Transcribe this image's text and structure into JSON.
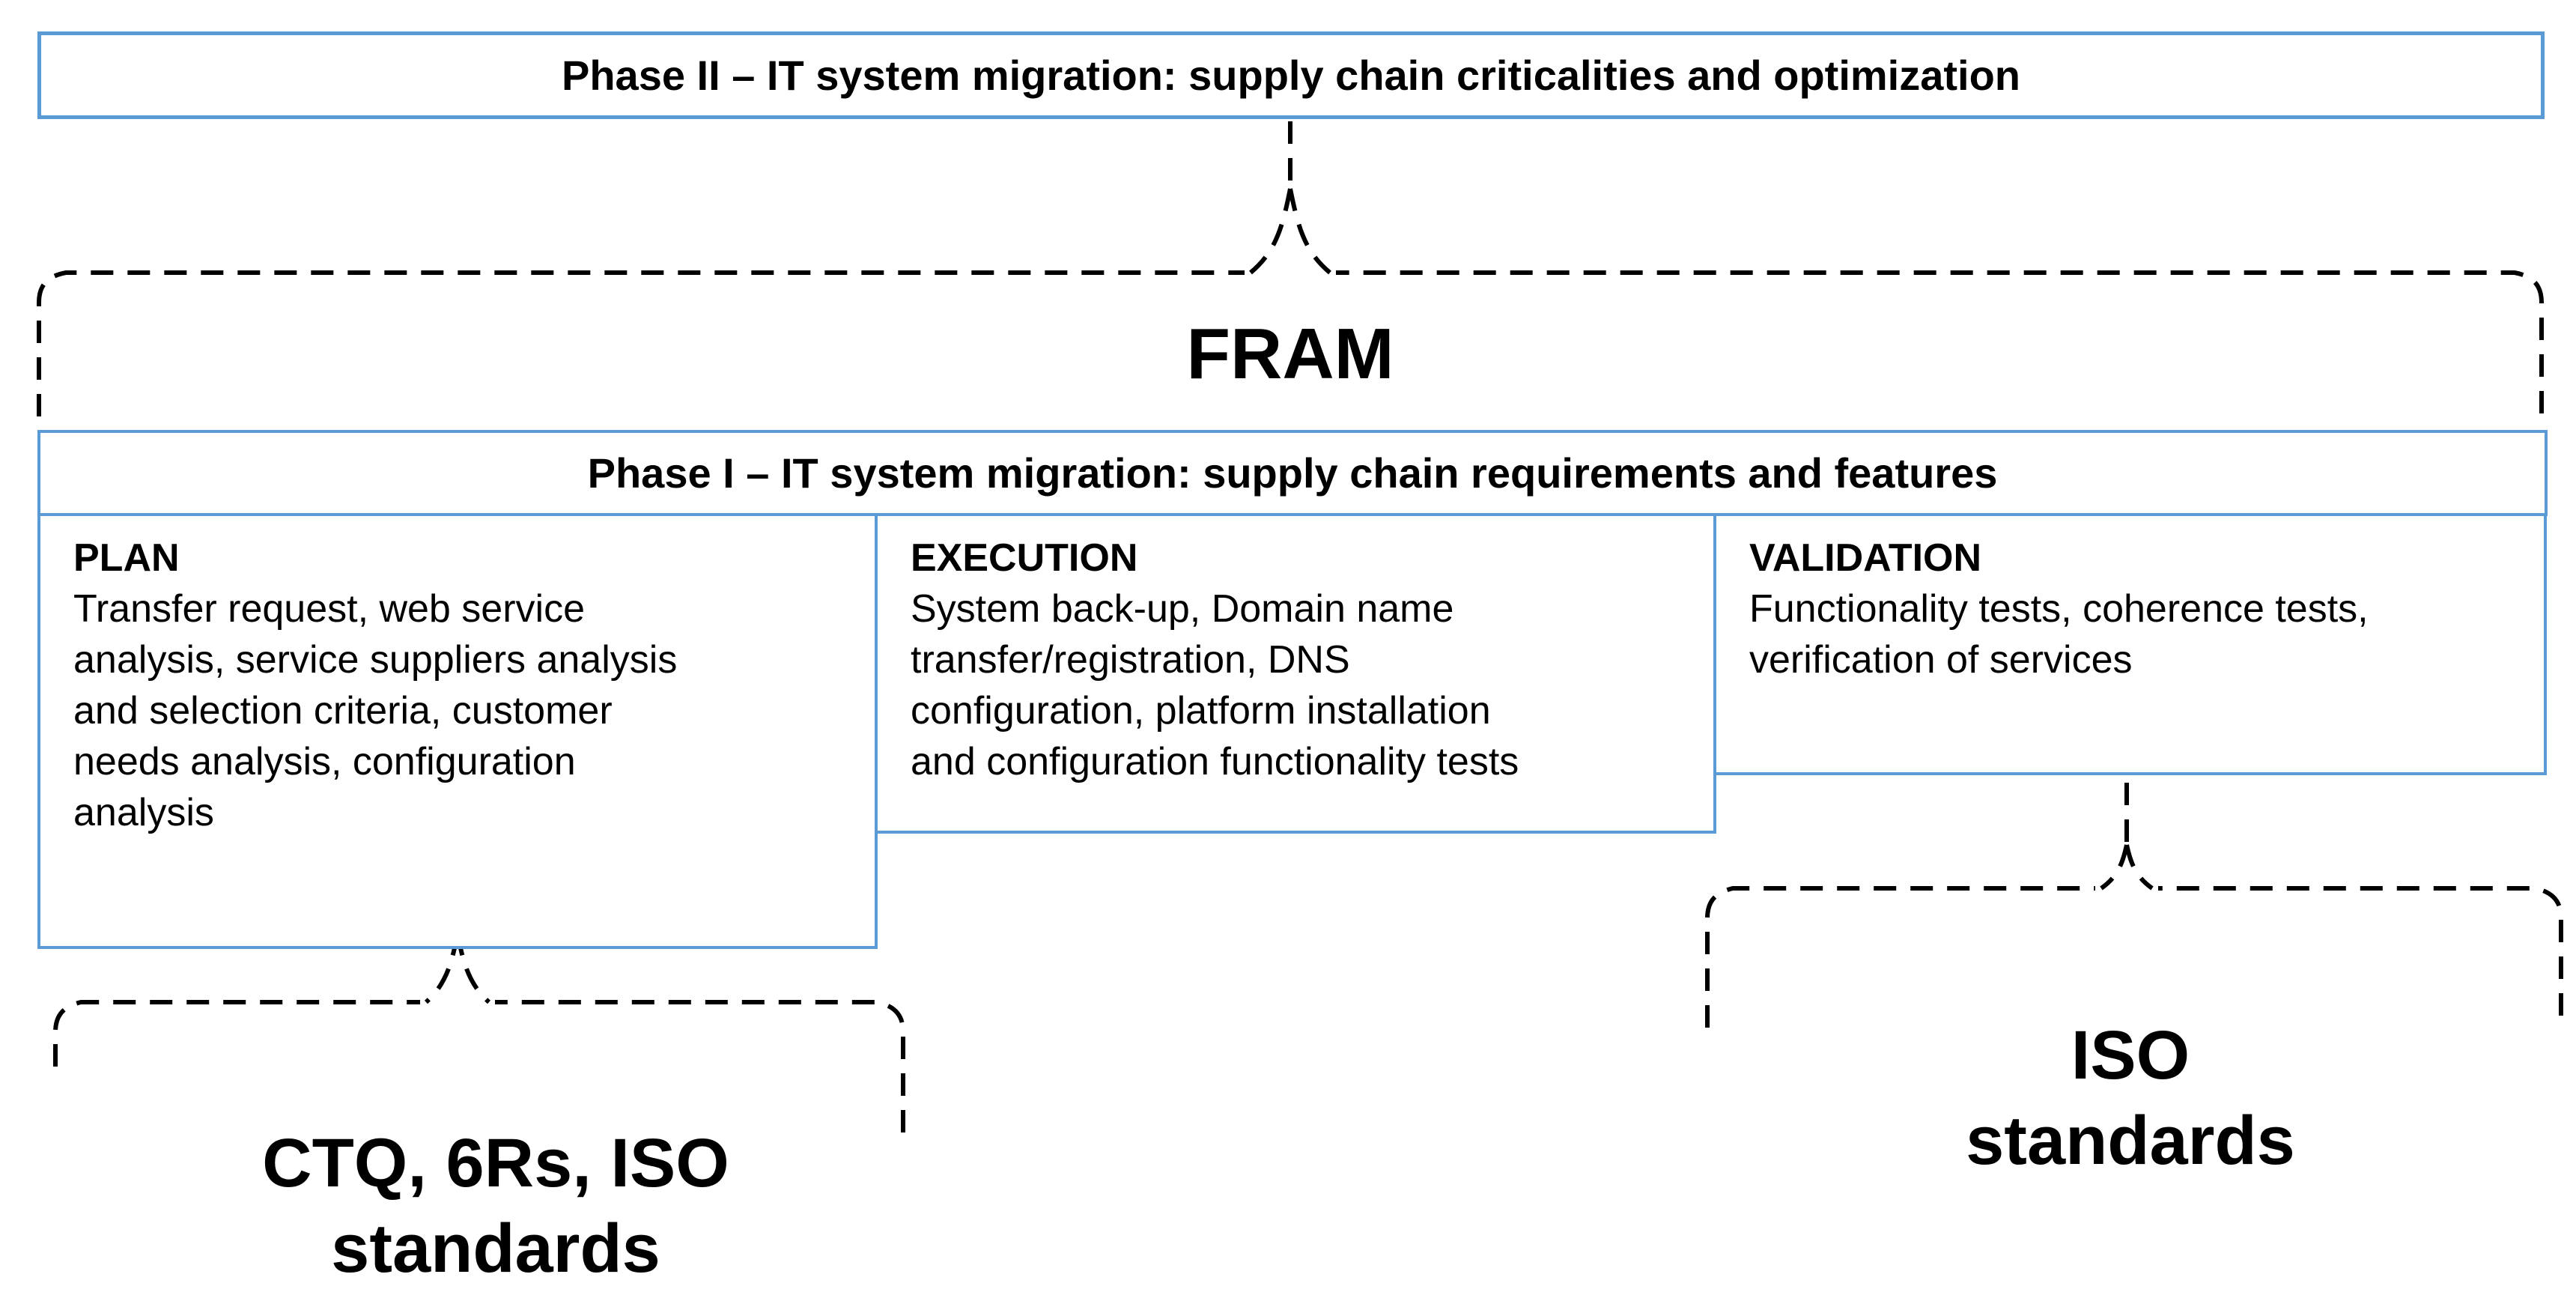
{
  "colors": {
    "accent": "#5B9BD5",
    "line": "#000000",
    "text": "#000000",
    "background": "#FFFFFF"
  },
  "phase2": {
    "title": "Phase II – IT system migration: supply chain criticalities and optimization"
  },
  "fram": {
    "label": "FRAM"
  },
  "phase1": {
    "title": "Phase I – IT system migration: supply chain requirements and features",
    "columns": [
      {
        "title": "PLAN",
        "body": [
          "Transfer request, web service",
          "analysis, service suppliers analysis",
          "and selection criteria, customer",
          "needs analysis, configuration",
          "analysis"
        ]
      },
      {
        "title": "EXECUTION",
        "body": [
          "System back-up, Domain name",
          "transfer/registration, DNS",
          "configuration, platform installation",
          "and configuration functionality tests"
        ]
      },
      {
        "title": "VALIDATION",
        "body": [
          "Functionality tests, coherence tests,",
          "verification of services"
        ]
      }
    ]
  },
  "annotations": {
    "plan_methods": [
      "CTQ, 6Rs, ISO",
      "standards"
    ],
    "validation_methods": "ISO standards"
  }
}
